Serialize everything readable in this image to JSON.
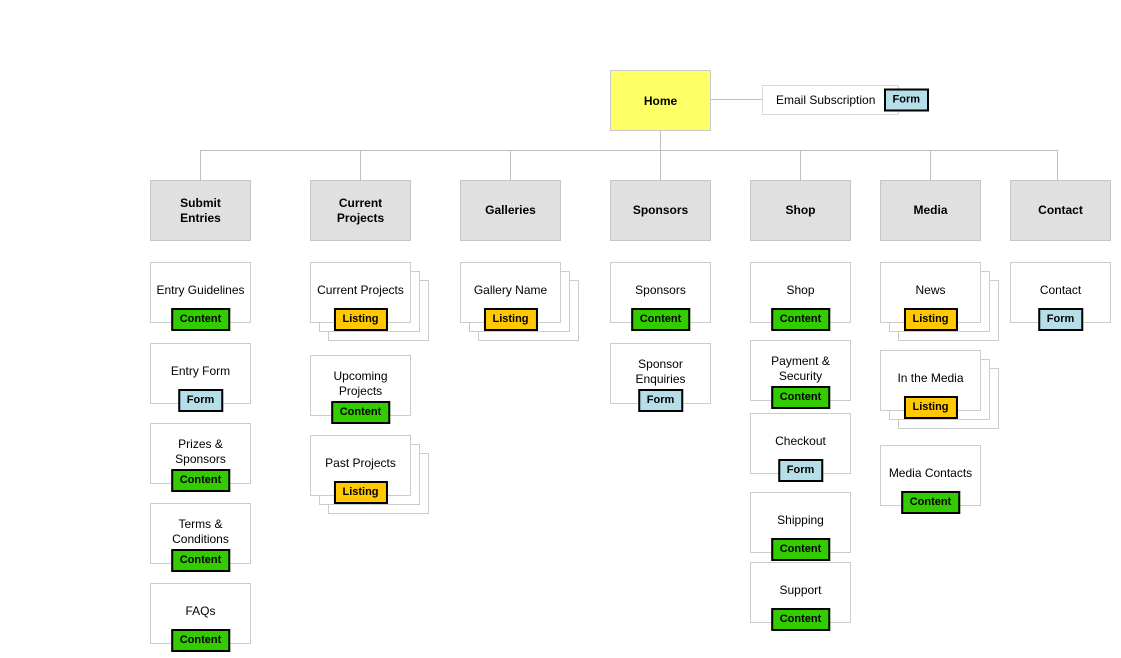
{
  "colors": {
    "home-fill": "#ffff66",
    "section-fill": "#e0e0e0",
    "badge-content": "#33cc00",
    "badge-listing": "#ffc800",
    "badge-form": "#b5dee8",
    "line": "#c0c0c0"
  },
  "sitemap": {
    "home": {
      "label": "Home"
    },
    "utility": {
      "label": "Email Subscription",
      "badge": "Form"
    },
    "sections": [
      {
        "label": "Submit Entries",
        "children": [
          {
            "label": "Entry Guidelines",
            "badge": "Content"
          },
          {
            "label": "Entry Form",
            "badge": "Form"
          },
          {
            "label": "Prizes & Sponsors",
            "badge": "Content"
          },
          {
            "label": "Terms & Conditions",
            "badge": "Content"
          },
          {
            "label": "FAQs",
            "badge": "Content"
          }
        ]
      },
      {
        "label": "Current Projects",
        "children": [
          {
            "label": "Current Projects",
            "badge": "Listing",
            "stacked": true
          },
          {
            "label": "Upcoming Projects",
            "badge": "Content"
          },
          {
            "label": "Past Projects",
            "badge": "Listing",
            "stacked": true
          }
        ]
      },
      {
        "label": "Galleries",
        "children": [
          {
            "label": "Gallery Name",
            "badge": "Listing",
            "stacked": true
          }
        ]
      },
      {
        "label": "Sponsors",
        "children": [
          {
            "label": "Sponsors",
            "badge": "Content"
          },
          {
            "label": "Sponsor Enquiries",
            "badge": "Form"
          }
        ]
      },
      {
        "label": "Shop",
        "children": [
          {
            "label": "Shop",
            "badge": "Content"
          },
          {
            "label": "Payment & Security",
            "badge": "Content"
          },
          {
            "label": "Checkout",
            "badge": "Form"
          },
          {
            "label": "Shipping",
            "badge": "Content"
          },
          {
            "label": "Support",
            "badge": "Content"
          }
        ]
      },
      {
        "label": "Media",
        "children": [
          {
            "label": "News",
            "badge": "Listing",
            "stacked": true
          },
          {
            "label": "In the Media",
            "badge": "Listing",
            "stacked": true
          },
          {
            "label": "Media Contacts",
            "badge": "Content"
          }
        ]
      },
      {
        "label": "Contact",
        "children": [
          {
            "label": "Contact",
            "badge": "Form"
          }
        ]
      }
    ]
  }
}
